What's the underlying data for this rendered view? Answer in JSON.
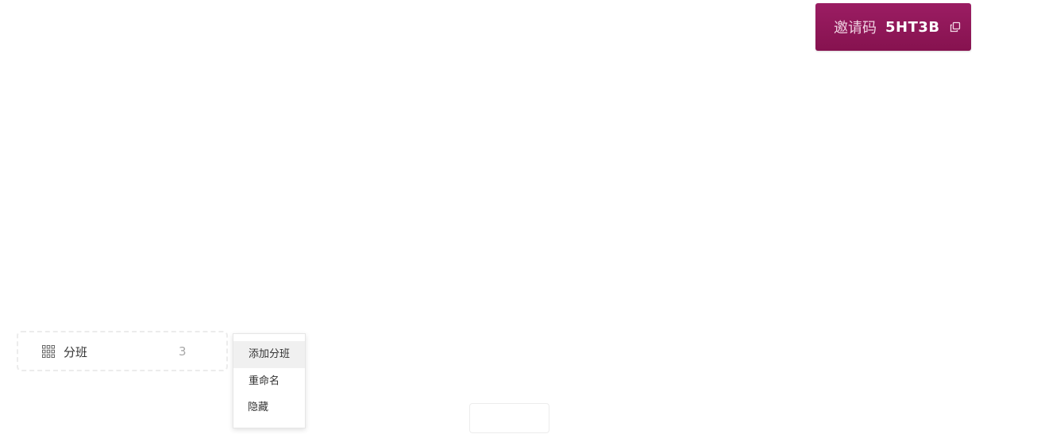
{
  "invite": {
    "label": "邀请码",
    "code": "5HT3B",
    "icon": "copy-icon"
  },
  "group_card": {
    "label": "分班",
    "count": "3",
    "icon": "grid-icon"
  },
  "context_menu": {
    "items": [
      {
        "label": "添加分班",
        "active": true
      },
      {
        "label": "重命名",
        "active": false
      },
      {
        "label": "隐藏",
        "active": false
      }
    ]
  },
  "colors": {
    "brand": "#8e1756",
    "menu_hover": "#f0f0f0",
    "muted": "#a8a8a8"
  }
}
